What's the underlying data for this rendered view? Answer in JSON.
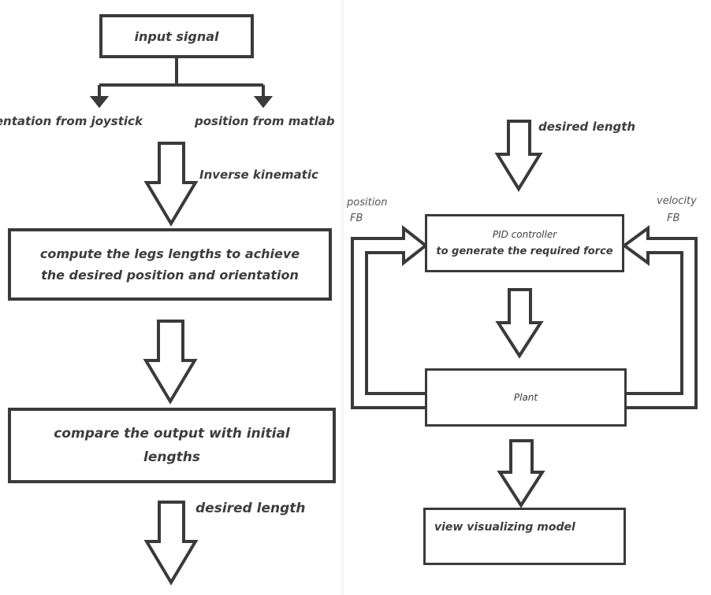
{
  "left": {
    "input_signal": "input signal",
    "orientation_label": "orientation from joystick",
    "position_label": "position from matlab",
    "inverse_kinematic": "Inverse kinematic",
    "compute_line1": "compute the legs lengths to achieve",
    "compute_line2": "the desired position and orientation",
    "compare_line1": "compare the output with initial",
    "compare_line2": "lengths",
    "desired_length": "desired length"
  },
  "right": {
    "desired_length": "desired length",
    "position_fb_line1": "position",
    "position_fb_line2": "FB",
    "velocity_fb_line1": "velocity",
    "velocity_fb_line2": "FB",
    "pid_line1": "PID controller",
    "pid_line2": "to generate the required force",
    "plant": "Plant",
    "view_model": "view visualizing model"
  },
  "colors": {
    "stroke": "#3a3a3a",
    "text": "#3d3d3d"
  }
}
